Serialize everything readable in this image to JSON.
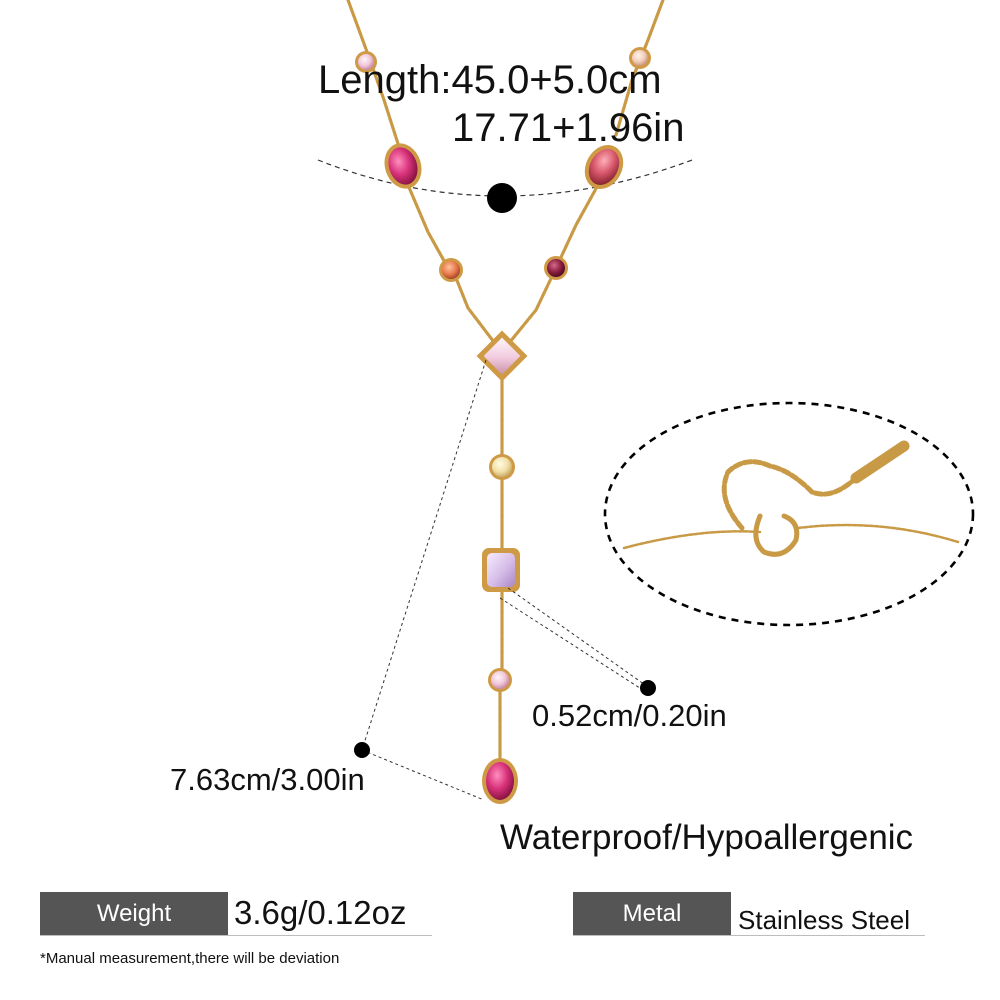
{
  "measurements": {
    "length_cm": "Length:45.0+5.0cm",
    "length_in": "17.71+1.96in",
    "pendant_size": "0.52cm/0.20in",
    "drop_length": "7.63cm/3.00in"
  },
  "features": "Waterproof/Hypoallergenic",
  "specs": {
    "weight_label": "Weight",
    "weight_value": "3.6g/0.12oz",
    "metal_label": "Metal",
    "metal_value": "Stainless Steel"
  },
  "disclaimer": "*Manual measurement,there will be deviation",
  "colors": {
    "gold": "#c99a45",
    "label_bg": "#555555",
    "fuchsia_stone": "#d8327a",
    "pink_stone": "#e9b7cf"
  }
}
